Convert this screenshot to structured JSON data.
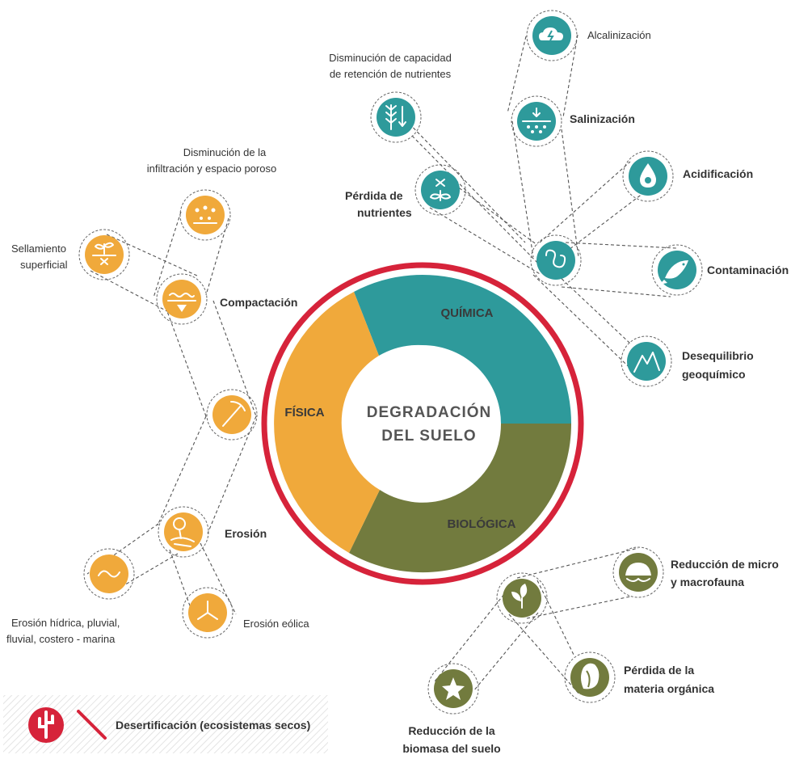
{
  "colors": {
    "fisica": "#F0A93B",
    "quimica": "#2E9A9B",
    "biologica": "#727B3E",
    "ring": "#D6233A",
    "text": "#333333"
  },
  "center": {
    "line1": "DEGRADACIÓN",
    "line2": "DEL SUELO"
  },
  "segments": {
    "quimica": "QUÍMICA",
    "fisica": "FÍSICA",
    "biologica": "BIOLÓGICA"
  },
  "fisica_items": {
    "disminucion_infiltracion": [
      "Disminución de la",
      "infiltración y espacio poroso"
    ],
    "sellamiento": [
      "Sellamiento",
      "superficial"
    ],
    "compactacion": "Compactación",
    "erosion": "Erosión",
    "erosion_hidrica": [
      "Erosión hídrica, pluvial,",
      "fluvial, costero - marina"
    ],
    "erosion_eolica": "Erosión eólica"
  },
  "quimica_items": {
    "alcalinizacion": "Alcalinización",
    "disminucion_capacidad": [
      "Disminución de capacidad",
      "de retención de nutrientes"
    ],
    "salinizacion": "Salinización",
    "acidificacion": "Acidificación",
    "perdida_nutrientes": [
      "Pérdida de",
      "nutrientes"
    ],
    "contaminacion": "Contaminación",
    "desequilibrio": [
      "Desequilibrio",
      "geoquímico"
    ]
  },
  "biologica_items": {
    "reduccion_fauna": [
      "Reducción de micro",
      "y macrofauna"
    ],
    "perdida_materia": [
      "Pérdida de la",
      "materia orgánica"
    ],
    "reduccion_biomasa": [
      "Reducción de la",
      "biomasa del suelo"
    ]
  },
  "legend": {
    "label": "Desertificación (ecosistemas secos)",
    "icons": [
      "cactus-icon",
      "slash-icon"
    ]
  }
}
